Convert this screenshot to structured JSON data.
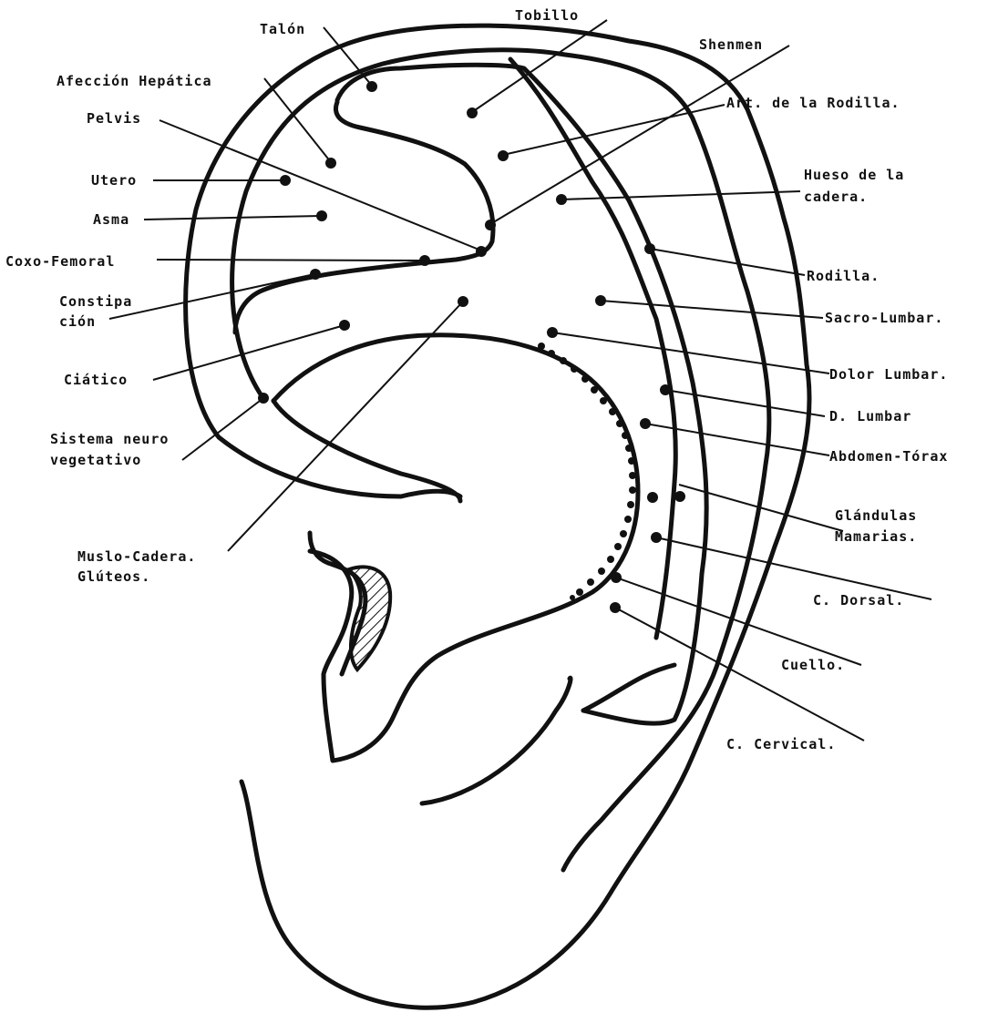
{
  "labels": {
    "talon": "Talón",
    "tobillo": "Tobillo",
    "shenmen": "Shenmen",
    "afeccion_hepatica": "Afección Hepática",
    "art_rodilla": "Art. de la Rodilla.",
    "pelvis": "Pelvis",
    "utero": "Utero",
    "asma": "Asma",
    "hueso_cadera_1": "Hueso de la",
    "hueso_cadera_2": "cadera.",
    "coxo_femoral": "Coxo-Femoral",
    "constipacion_1": "Constipa",
    "constipacion_2": "ción",
    "rodilla": "Rodilla.",
    "sacro_lumbar": "Sacro-Lumbar.",
    "ciatico": "Ciático",
    "dolor_lumbar": "Dolor Lumbar.",
    "d_lumbar": "D. Lumbar",
    "sistema_neuro_1": "Sistema neuro",
    "sistema_neuro_2": "vegetativo",
    "abdomen_torax": "Abdomen-Tórax",
    "glandulas_1": "Glándulas",
    "glandulas_2": "Mamarias.",
    "muslo_cadera_1": "Muslo-Cadera.",
    "muslo_cadera_2": "Glúteos.",
    "c_dorsal": "C. Dorsal.",
    "cuello": "Cuello.",
    "c_cervical": "C. Cervical."
  }
}
